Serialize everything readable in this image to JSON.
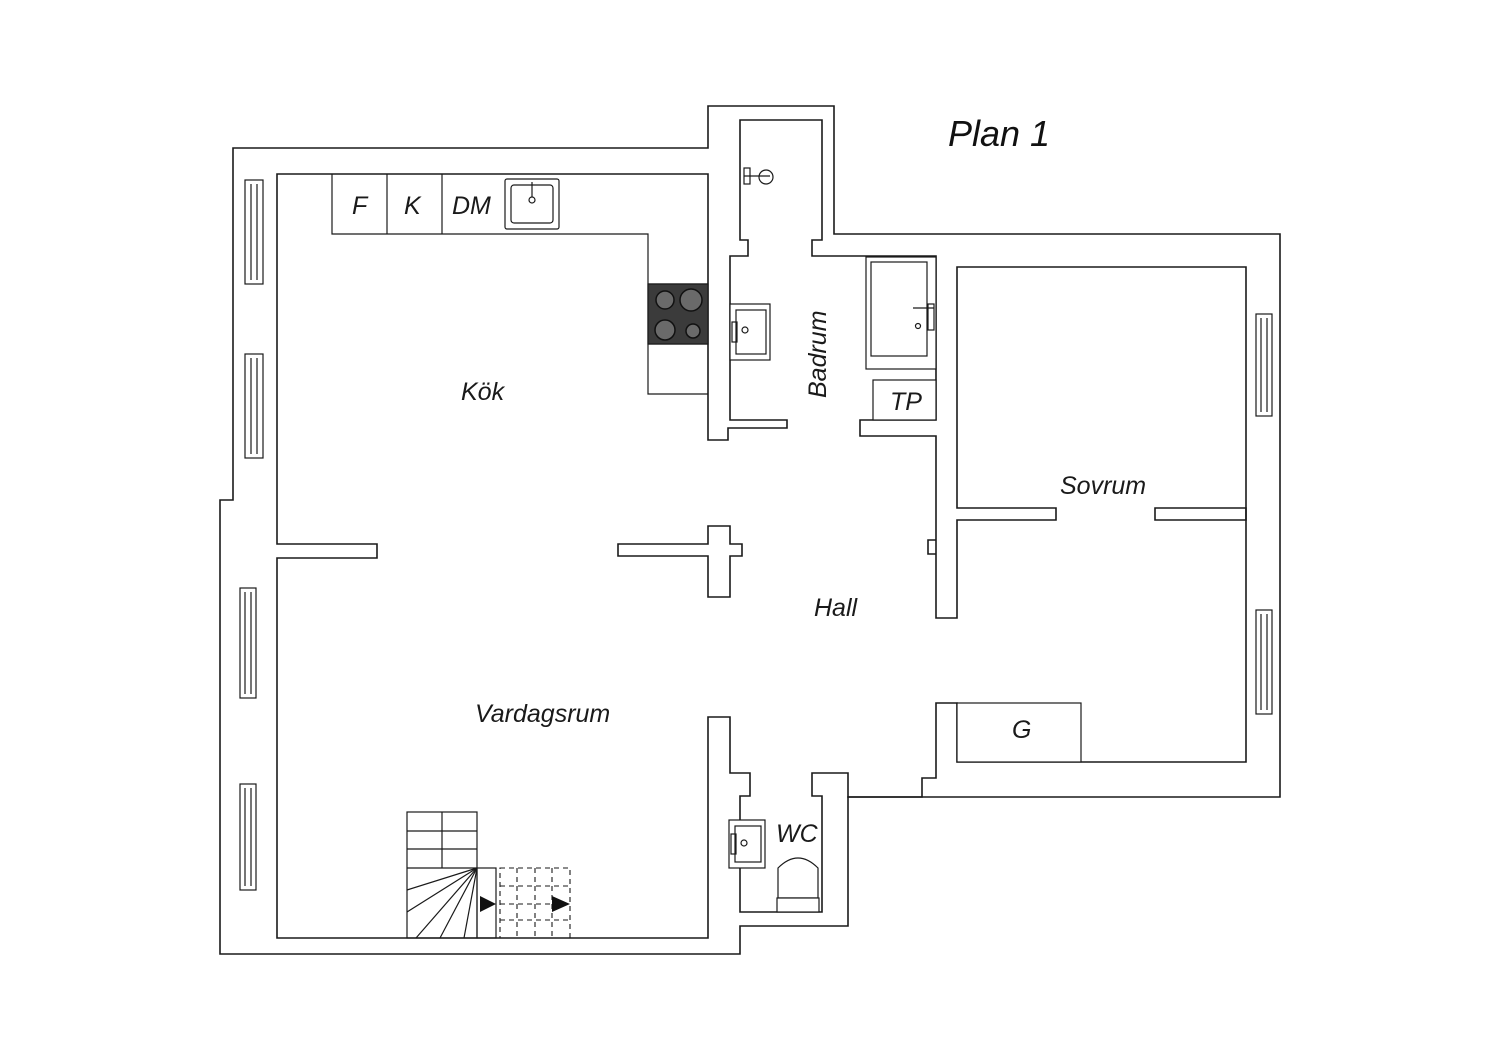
{
  "title": "Plan 1",
  "rooms": {
    "kitchen": "Kök",
    "bathroom": "Badrum",
    "bedroom": "Sovrum",
    "hall": "Hall",
    "living": "Vardagsrum",
    "wc": "WC"
  },
  "fixtures": {
    "fridge": "F",
    "freezer": "K",
    "dishwasher": "DM",
    "dryer": "TP",
    "wardrobe": "G"
  },
  "icons": [
    "sink-icon",
    "stove-icon",
    "bathtub-icon",
    "toilet-icon",
    "shower-icon",
    "staircase-icon",
    "window-icon"
  ],
  "colors": {
    "line": "#1a1a1a",
    "stove": "#3b3b3b",
    "background": "#ffffff"
  }
}
